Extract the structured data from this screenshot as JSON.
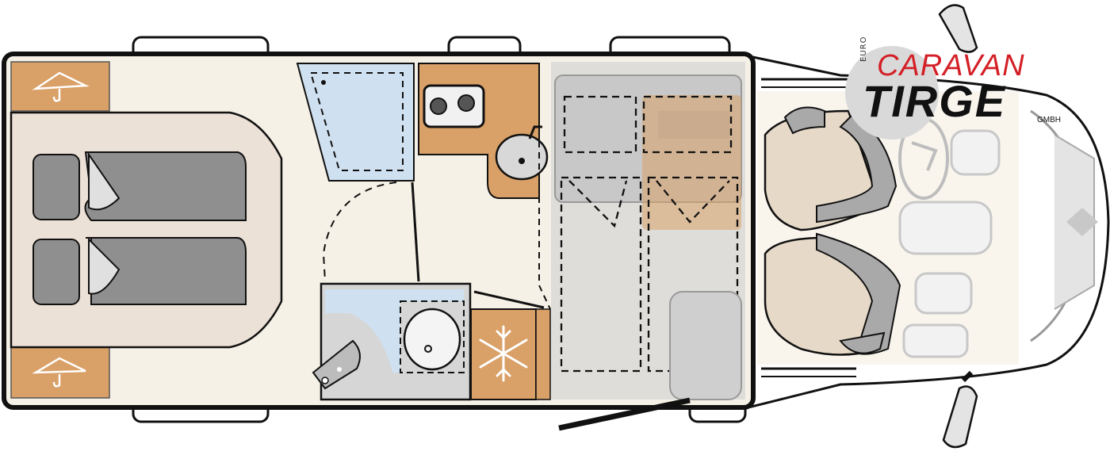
{
  "logo": {
    "euro": "EURO",
    "caravan": "CARAVAN",
    "tirge": "TIRGE",
    "gmbh": "GMBH"
  },
  "colors": {
    "outline": "#111111",
    "floor": "#f6f1e6",
    "wood": "#d9a067",
    "bathroom_blue": "#cfe0f0",
    "mattress_grey": "#8f8f8f",
    "seat_beige": "#e6d9c8",
    "seat_grey": "#a9a9a9",
    "logo_red": "#d41f26"
  },
  "icons": [
    "bed-icon",
    "hook-icon",
    "hob-icon",
    "sink-icon",
    "toilet-icon",
    "snowflake-icon",
    "seat-icon",
    "steering-wheel-icon"
  ]
}
